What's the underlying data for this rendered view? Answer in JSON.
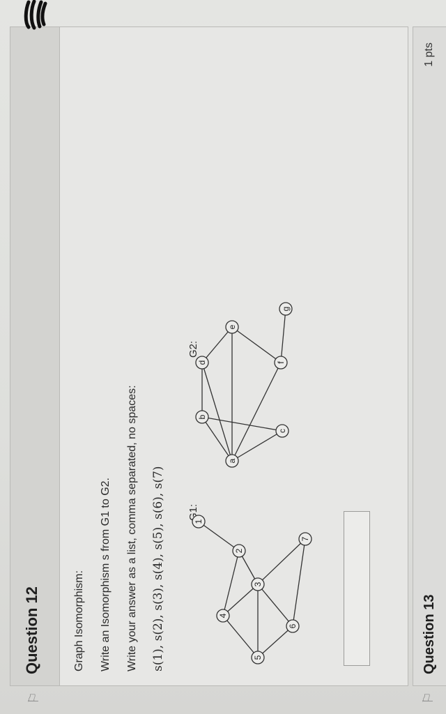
{
  "question": {
    "title": "Question 12",
    "topic": "Graph Isomorphism:",
    "instruction": "Write an Isomorphism s from G1 to G2.",
    "format": "Write your answer as a list, comma separated, no spaces:",
    "expression": "s(1), s(2), s(3), s(4), s(5), s(6), s(7)",
    "answer_value": ""
  },
  "graphs": {
    "g1_label": "G1:",
    "g2_label": "G2:",
    "g1_nodes": [
      "1",
      "2",
      "3",
      "4",
      "5",
      "6",
      "7"
    ],
    "g1_edges": [
      [
        "4",
        "2"
      ],
      [
        "2",
        "1"
      ],
      [
        "2",
        "3"
      ],
      [
        "4",
        "3"
      ],
      [
        "4",
        "5"
      ],
      [
        "5",
        "3"
      ],
      [
        "5",
        "6"
      ],
      [
        "6",
        "3"
      ],
      [
        "3",
        "7"
      ],
      [
        "6",
        "7"
      ]
    ],
    "g2_nodes": [
      "a",
      "b",
      "c",
      "d",
      "e",
      "f",
      "g"
    ],
    "g2_edges": [
      [
        "a",
        "b"
      ],
      [
        "a",
        "d"
      ],
      [
        "a",
        "e"
      ],
      [
        "a",
        "c"
      ],
      [
        "a",
        "f"
      ],
      [
        "b",
        "d"
      ],
      [
        "b",
        "c"
      ],
      [
        "d",
        "e"
      ],
      [
        "e",
        "f"
      ],
      [
        "f",
        "g"
      ]
    ]
  },
  "next_question": {
    "title": "Question 13",
    "points": "1 pts"
  },
  "icons": [
    "flag-icon",
    "scribble-mark"
  ]
}
